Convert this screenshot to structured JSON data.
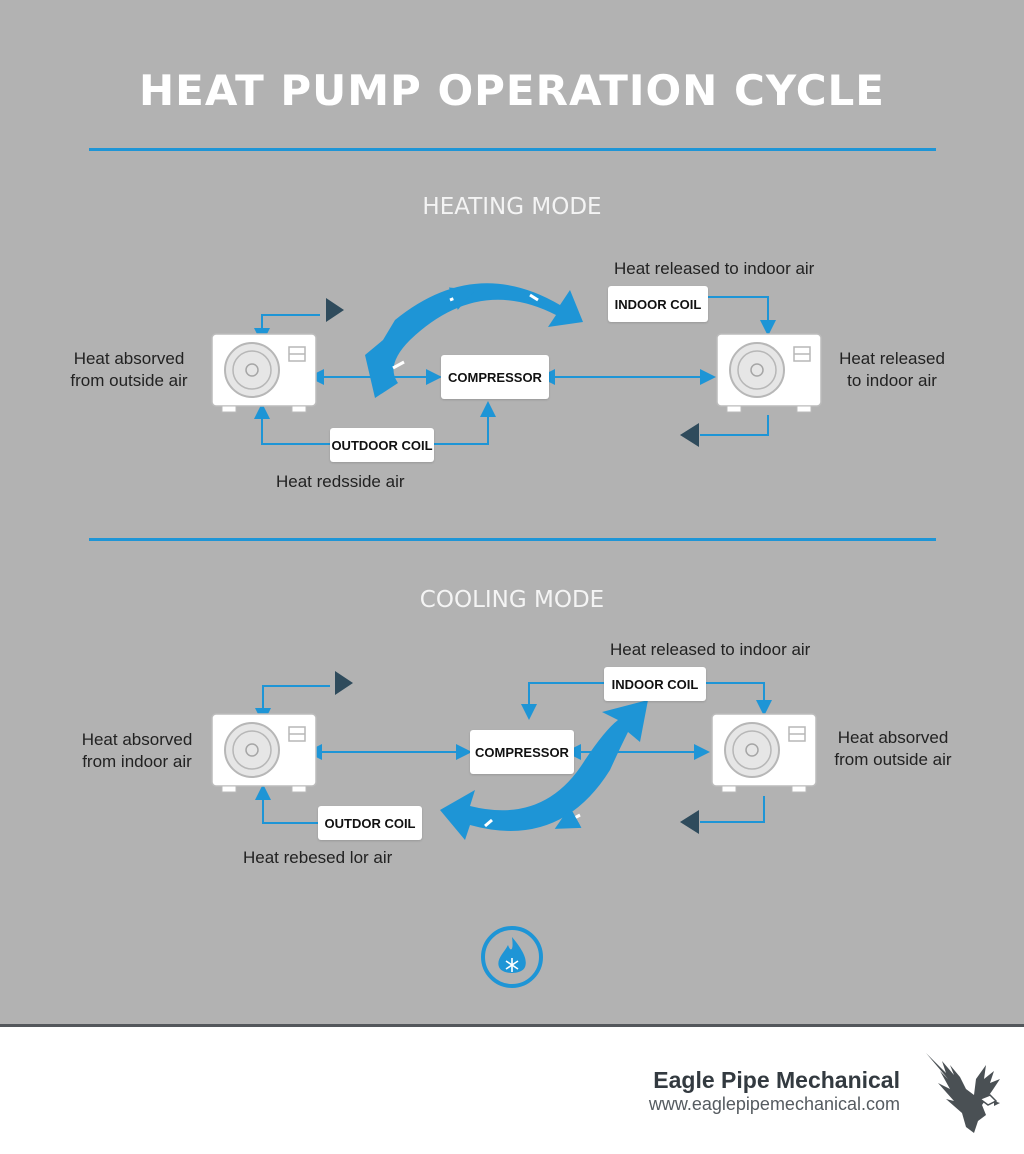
{
  "title": "HEAT PUMP OPERATION CYCLE",
  "heating": {
    "mode_title": "HEATING MODE",
    "left_label": "Heat absorved\nfrom outside air",
    "right_label": "Heat released\nto indoor air",
    "top_label": "Heat released to indoor air",
    "bottom_label": "Heat redsside air",
    "compressor": "COMPRESSOR",
    "indoor_coil": "INDOOR COIL",
    "outdoor_coil": "OUTDOOR COIL"
  },
  "cooling": {
    "mode_title": "COOLING MODE",
    "left_label": "Heat absorved\nfrom indoor air",
    "right_label": "Heat absorved\nfrom outside air",
    "top_label": "Heat released to indoor air",
    "bottom_label": "Heat rebesed lor air",
    "compressor": "COMPRESSOR",
    "indoor_coil": "INDOOR COIL",
    "outdoor_coil": "OUTDOR COIL"
  },
  "footer": {
    "brand_name": "Eagle Pipe Mechanical",
    "brand_url": "www.eaglepipemechanical.com"
  },
  "colors": {
    "accent": "#1e95d6",
    "dark_arrow": "#2f4b5c",
    "background": "#b2b2b2"
  },
  "icons": [
    "heat-pump-unit-icon",
    "flame-snowflake-icon",
    "eagle-logo-icon"
  ]
}
